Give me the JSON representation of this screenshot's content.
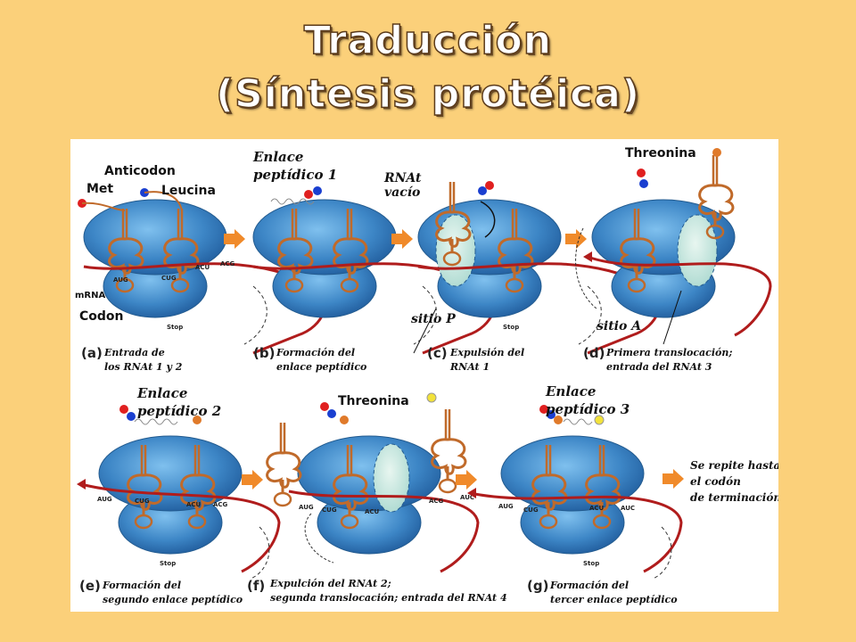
{
  "title": {
    "line1": "Traducción",
    "line2": "(Síntesis protéica)"
  },
  "panels": [
    {
      "letter": "(a)",
      "caption1": "Entrada de",
      "caption2": "los RNAt 1 y 2"
    },
    {
      "letter": "(b)",
      "caption1": "Formación del",
      "caption2": "enlace peptídico"
    },
    {
      "letter": "(c)",
      "caption1": "Expulsión del",
      "caption2": "RNAt 1"
    },
    {
      "letter": "(d)",
      "caption1": "Primera translocación;",
      "caption2": "entrada del RNAt 3"
    },
    {
      "letter": "(e)",
      "caption1": "Formación del",
      "caption2": "segundo enlace peptídico"
    },
    {
      "letter": "(f)",
      "caption1": "Expulción del RNAt 2;",
      "caption2": "segunda translocación; entrada del RNAt 4"
    },
    {
      "letter": "(g)",
      "caption1": "Formación del",
      "caption2": "tercer enlace peptídico"
    }
  ],
  "labels": {
    "anticodon": "Anticodon",
    "met": "Met",
    "leucina": "Leucina",
    "mrna": "mRNA",
    "codon": "Codon",
    "enlace1_a": "Enlace",
    "enlace1_b": "peptídico 1",
    "rnat_vacio_a": "RNAt",
    "rnat_vacio_b": "vacío",
    "sitio_p": "sitio P",
    "threonina_d": "Threonina",
    "sitio_a": "sitio A",
    "enlace2_a": "Enlace",
    "enlace2_b": "peptídico 2",
    "threonina_f": "Threonina",
    "enlace3_a": "Enlace",
    "enlace3_b": "peptídico 3",
    "repeat1": "Se repite hasta",
    "repeat2": "el codón",
    "repeat3": "de terminación"
  },
  "codons": {
    "aug": "AUG",
    "cug": "CUG",
    "acu": "ACU",
    "acg": "ACG",
    "auc": "AUC",
    "stop": "Stop"
  },
  "colors": {
    "ribosome": "#3d86c6",
    "trna": "#c06a2a",
    "mrna": "#b01c1c",
    "arrow": "#f08a2a",
    "met": "#e02020",
    "leucine": "#1a3fd0",
    "threonine": "#e07a2a",
    "yellow": "#f2e23a"
  }
}
